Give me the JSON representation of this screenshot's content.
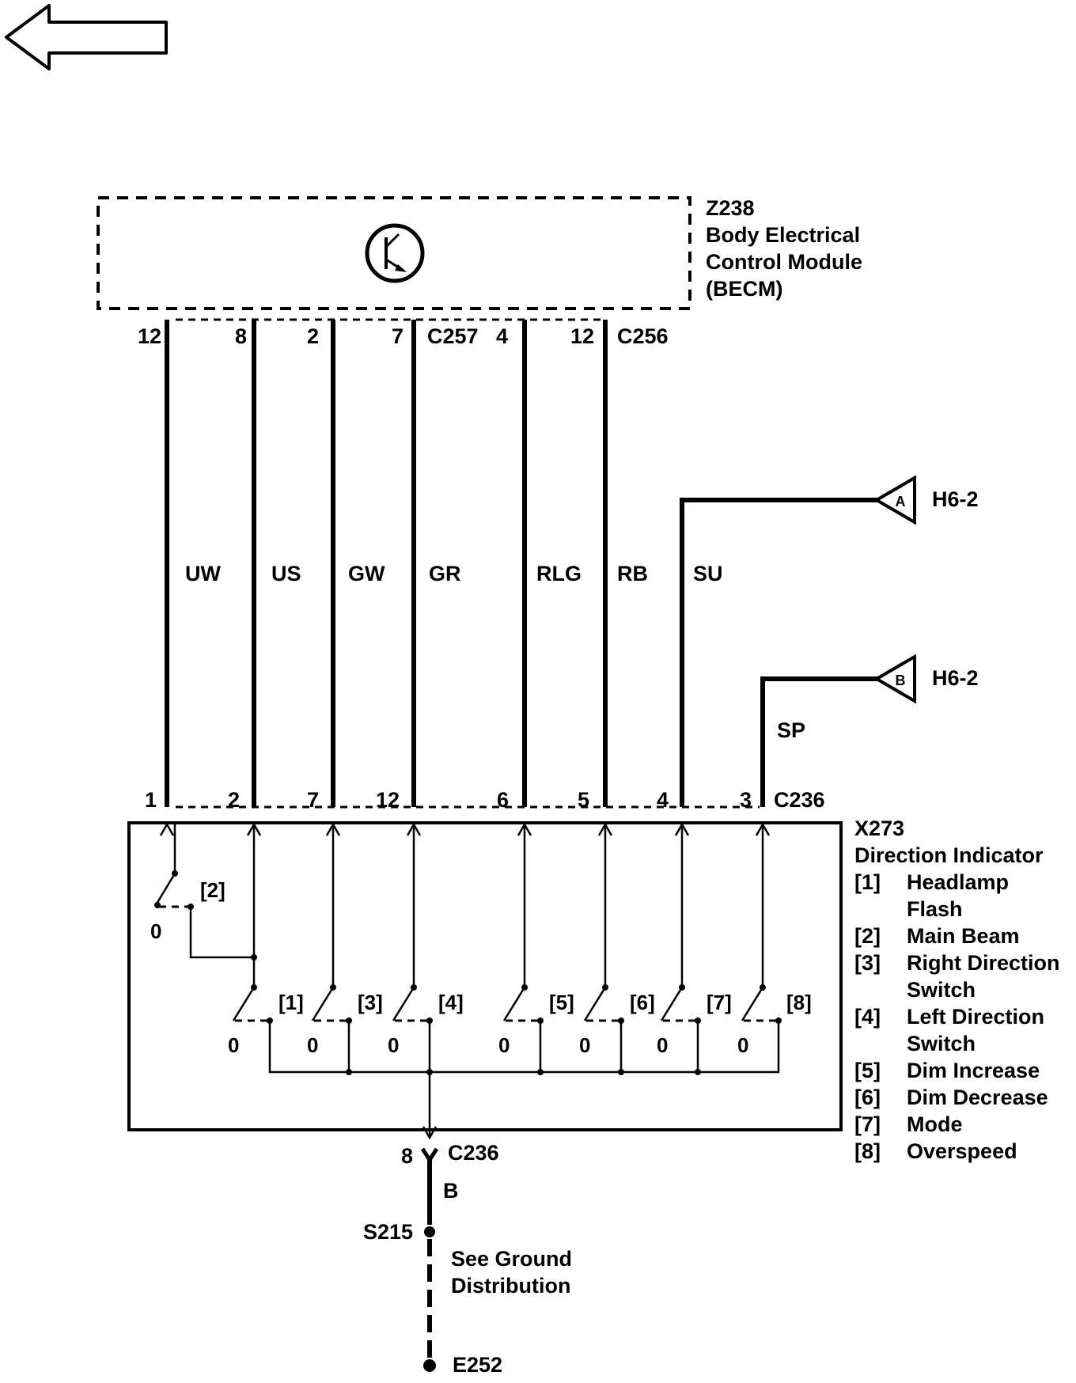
{
  "nav": {
    "back_icon": "left-arrow-icon"
  },
  "module": {
    "id": "Z238",
    "name_line1": "Body Electrical",
    "name_line2": "Control Module",
    "name_line3": "(BECM)"
  },
  "connectors": {
    "c257": "C257",
    "c256": "C256",
    "c236_top": "C236",
    "c236_bottom": "C236"
  },
  "top_pins": [
    "12",
    "8",
    "2",
    "7",
    "4",
    "12"
  ],
  "bottom_pins": [
    "1",
    "2",
    "7",
    "12",
    "6",
    "5",
    "4",
    "3"
  ],
  "wires": [
    "UW",
    "US",
    "GW",
    "GR",
    "RLG",
    "RB",
    "SU",
    "SP"
  ],
  "harness": [
    {
      "letter": "A",
      "ref": "H6-2"
    },
    {
      "letter": "B",
      "ref": "H6-2"
    }
  ],
  "switch_block": {
    "id": "X273",
    "name": "Direction Indicator",
    "switch_tags": [
      "[2]",
      "[1]",
      "[3]",
      "[4]",
      "[5]",
      "[6]",
      "[7]",
      "[8]"
    ],
    "zero_label": "0",
    "legend": [
      {
        "num": "[1]",
        "text": [
          "Headlamp",
          "Flash"
        ]
      },
      {
        "num": "[2]",
        "text": [
          "Main Beam"
        ]
      },
      {
        "num": "[3]",
        "text": [
          "Right Direction",
          "Switch"
        ]
      },
      {
        "num": "[4]",
        "text": [
          "Left Direction",
          "Switch"
        ]
      },
      {
        "num": "[5]",
        "text": [
          "Dim Increase"
        ]
      },
      {
        "num": "[6]",
        "text": [
          "Dim Decrease"
        ]
      },
      {
        "num": "[7]",
        "text": [
          "Mode"
        ]
      },
      {
        "num": "[8]",
        "text": [
          "Overspeed"
        ]
      }
    ]
  },
  "ground": {
    "pin": "8",
    "wire": "B",
    "splice": "S215",
    "note_line1": "See Ground",
    "note_line2": "Distribution",
    "earth": "E252"
  }
}
